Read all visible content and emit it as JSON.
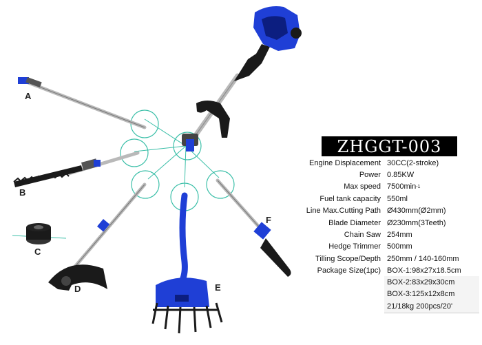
{
  "model": "ZHGGT-003",
  "part_labels": [
    "A",
    "B",
    "C",
    "D",
    "E",
    "F"
  ],
  "specs": [
    {
      "label": "Engine Displacement",
      "value": "30CC(2-stroke)"
    },
    {
      "label": "Power",
      "value": "0.85KW"
    },
    {
      "label": "Max speed",
      "value": "7500min",
      "sup": "-1"
    },
    {
      "label": "Fuel tank capacity",
      "value": "550ml"
    },
    {
      "label": "Line Max.Cutting Path",
      "value": "Ø430mm(Ø2mm)"
    },
    {
      "label": "Blade Diameter",
      "value": "Ø230mm(3Teeth)"
    },
    {
      "label": "Chain Saw",
      "value": "254mm"
    },
    {
      "label": "Hedge Trimmer",
      "value": "500mm"
    },
    {
      "label": "Tilling Scope/Depth",
      "value": "250mm / 140-160mm"
    },
    {
      "label": "Package Size(1pc)",
      "value": "BOX-1:98x27x18.5cm"
    }
  ],
  "extra_rows": [
    "BOX-2:83x29x30cm",
    "BOX-3:125x12x8cm",
    "21/18kg  200pcs/20'"
  ],
  "colors": {
    "tool_blue": "#1f3fd6",
    "shaft": "#b9b9b9",
    "connector": "#3bbfa8",
    "dark": "#1a1a1a"
  }
}
